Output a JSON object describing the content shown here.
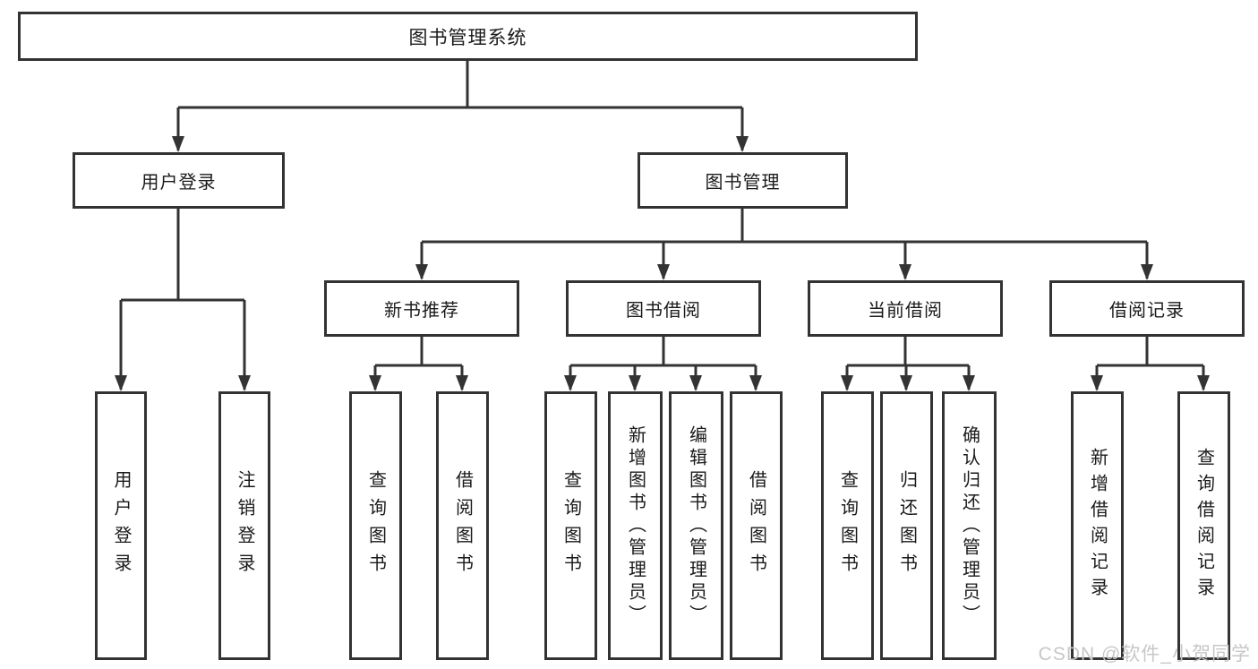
{
  "diagram": {
    "type": "hierarchy-tree",
    "watermark": "CSDN @软件_小贺同学",
    "colors": {
      "line": "#333333",
      "border": "#333333",
      "text": "#1a1a1a",
      "watermark": "#c7c7c7",
      "background": "#ffffff"
    },
    "nodes": {
      "root": {
        "label": "图书管理系统"
      },
      "user_login_branch": {
        "label": "用户登录"
      },
      "book_management": {
        "label": "图书管理"
      },
      "leaf_user_login": {
        "label": "用户登录"
      },
      "leaf_logout": {
        "label": "注销登录"
      },
      "new_book_recommend": {
        "label": "新书推荐"
      },
      "book_borrowing": {
        "label": "图书借阅"
      },
      "current_borrowing": {
        "label": "当前借阅"
      },
      "borrowing_records": {
        "label": "借阅记录"
      },
      "nbr_query_books": {
        "label": "查询图书"
      },
      "nbr_borrow_books": {
        "label": "借阅图书"
      },
      "bb_query_books": {
        "label": "查询图书"
      },
      "bb_add_books": {
        "label": "新增图书（管理员）"
      },
      "bb_edit_books": {
        "label": "编辑图书（管理员）"
      },
      "bb_borrow_books": {
        "label": "借阅图书"
      },
      "cb_query_books": {
        "label": "查询图书"
      },
      "cb_return_books": {
        "label": "归还图书"
      },
      "cb_confirm_return": {
        "label": "确认归还（管理员）"
      },
      "br_add_record": {
        "label": "新增借阅记录"
      },
      "br_query_record": {
        "label": "查询借阅记录"
      }
    },
    "edges": [
      [
        "root",
        "user_login_branch"
      ],
      [
        "root",
        "book_management"
      ],
      [
        "user_login_branch",
        "leaf_user_login"
      ],
      [
        "user_login_branch",
        "leaf_logout"
      ],
      [
        "book_management",
        "new_book_recommend"
      ],
      [
        "book_management",
        "book_borrowing"
      ],
      [
        "book_management",
        "current_borrowing"
      ],
      [
        "book_management",
        "borrowing_records"
      ],
      [
        "new_book_recommend",
        "nbr_query_books"
      ],
      [
        "new_book_recommend",
        "nbr_borrow_books"
      ],
      [
        "book_borrowing",
        "bb_query_books"
      ],
      [
        "book_borrowing",
        "bb_add_books"
      ],
      [
        "book_borrowing",
        "bb_edit_books"
      ],
      [
        "book_borrowing",
        "bb_borrow_books"
      ],
      [
        "current_borrowing",
        "cb_query_books"
      ],
      [
        "current_borrowing",
        "cb_return_books"
      ],
      [
        "current_borrowing",
        "cb_confirm_return"
      ],
      [
        "borrowing_records",
        "br_add_record"
      ],
      [
        "borrowing_records",
        "br_query_record"
      ]
    ]
  }
}
